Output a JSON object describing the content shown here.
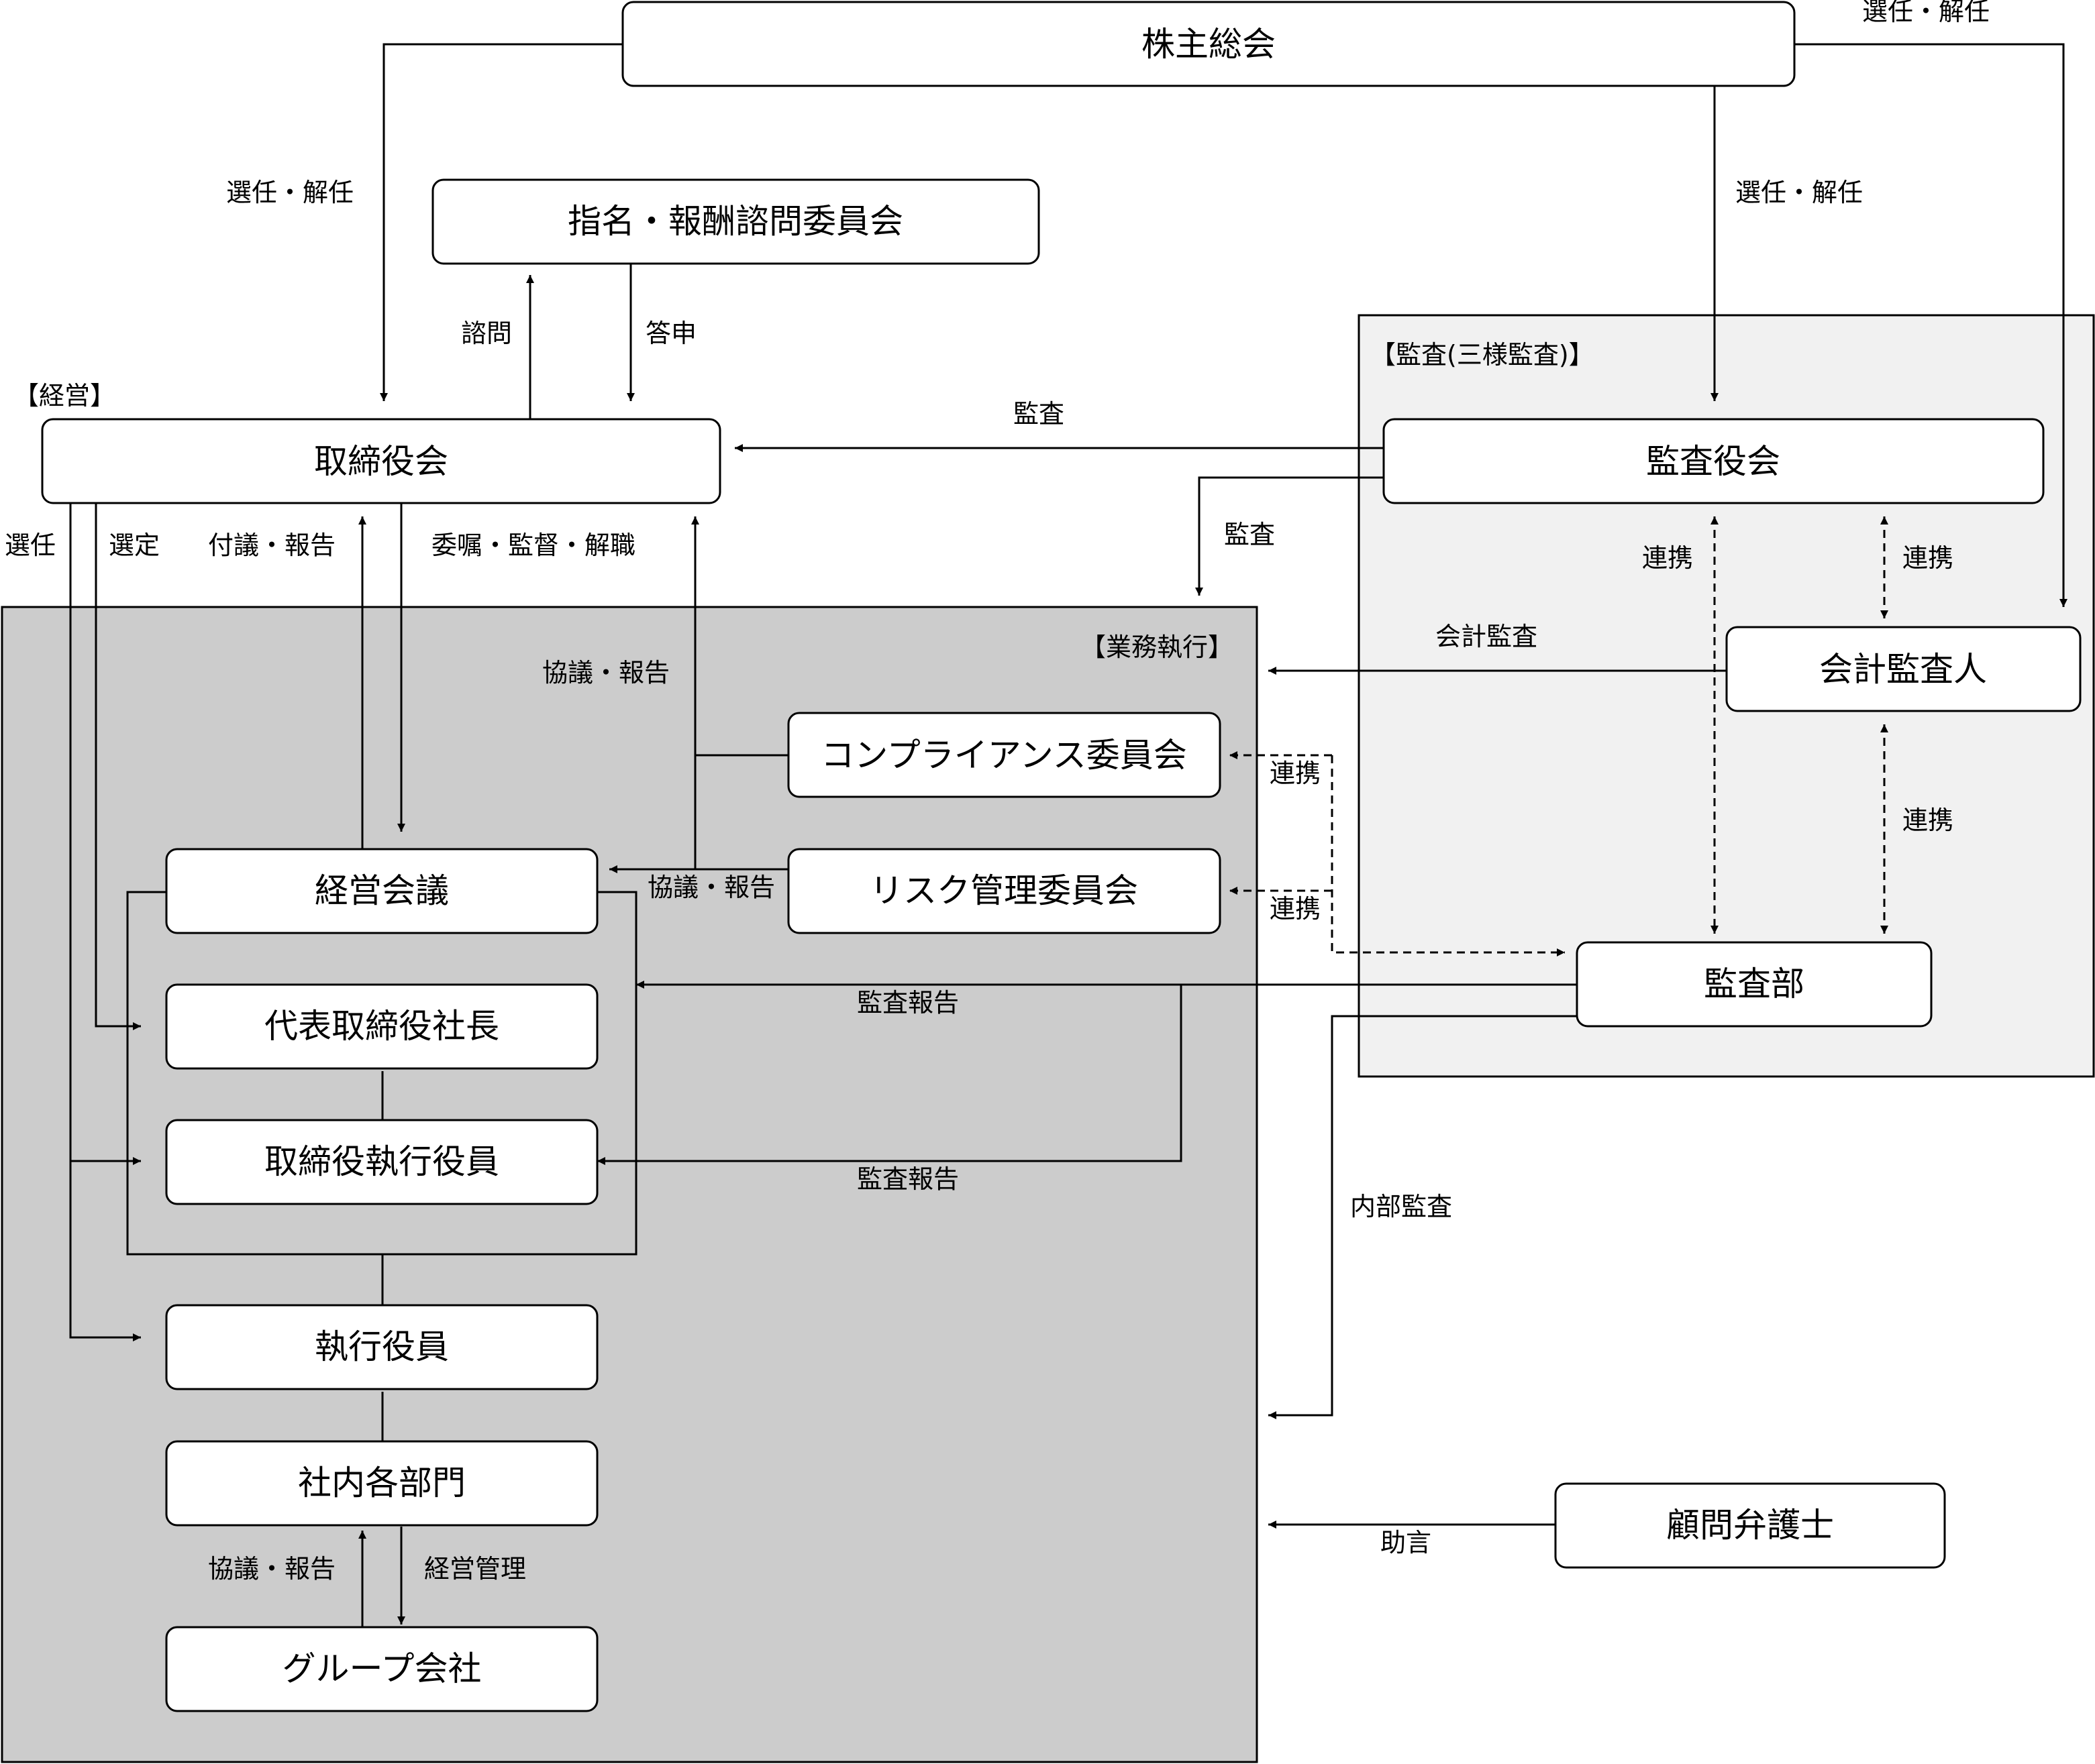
{
  "groups": {
    "management": "【経営】",
    "execution": "【業務執行】",
    "audit": "【監査(三様監査)】"
  },
  "nodes": {
    "shareholders": "株主総会",
    "nomination": "指名・報酬諮問委員会",
    "board": "取締役会",
    "audit_board": "監査役会",
    "accounting_auditor": "会計監査人",
    "compliance": "コンプライアンス委員会",
    "risk": "リスク管理委員会",
    "mgmt_meeting": "経営会議",
    "president": "代表取締役社長",
    "exec_director": "取締役執行役員",
    "exec_officer": "執行役員",
    "departments": "社内各部門",
    "group_companies": "グループ会社",
    "audit_dept": "監査部",
    "lawyer": "顧問弁護士"
  },
  "edges": {
    "elect_dismiss_board": "選任・解任",
    "elect_dismiss_top": "選任・解任",
    "elect_dismiss_audit": "選任・解任",
    "consult": "諮問",
    "report_back": "答申",
    "audit_board_to_board": "監査",
    "audit_board_to_exec": "監査",
    "elect": "選任",
    "select": "選定",
    "agenda_report": "付議・報告",
    "entrust": "委嘱・監督・解職",
    "consult_report_compliance": "協議・報告",
    "consult_report_risk": "協議・報告",
    "coop_1": "連携",
    "coop_2": "連携",
    "coop_3": "連携",
    "coop_4": "連携",
    "coop_5": "連携",
    "accounting_audit": "会計監査",
    "audit_report_1": "監査報告",
    "audit_report_2": "監査報告",
    "internal_audit": "内部監査",
    "advice": "助言",
    "group_consult_report": "協議・報告",
    "group_management": "経営管理"
  }
}
